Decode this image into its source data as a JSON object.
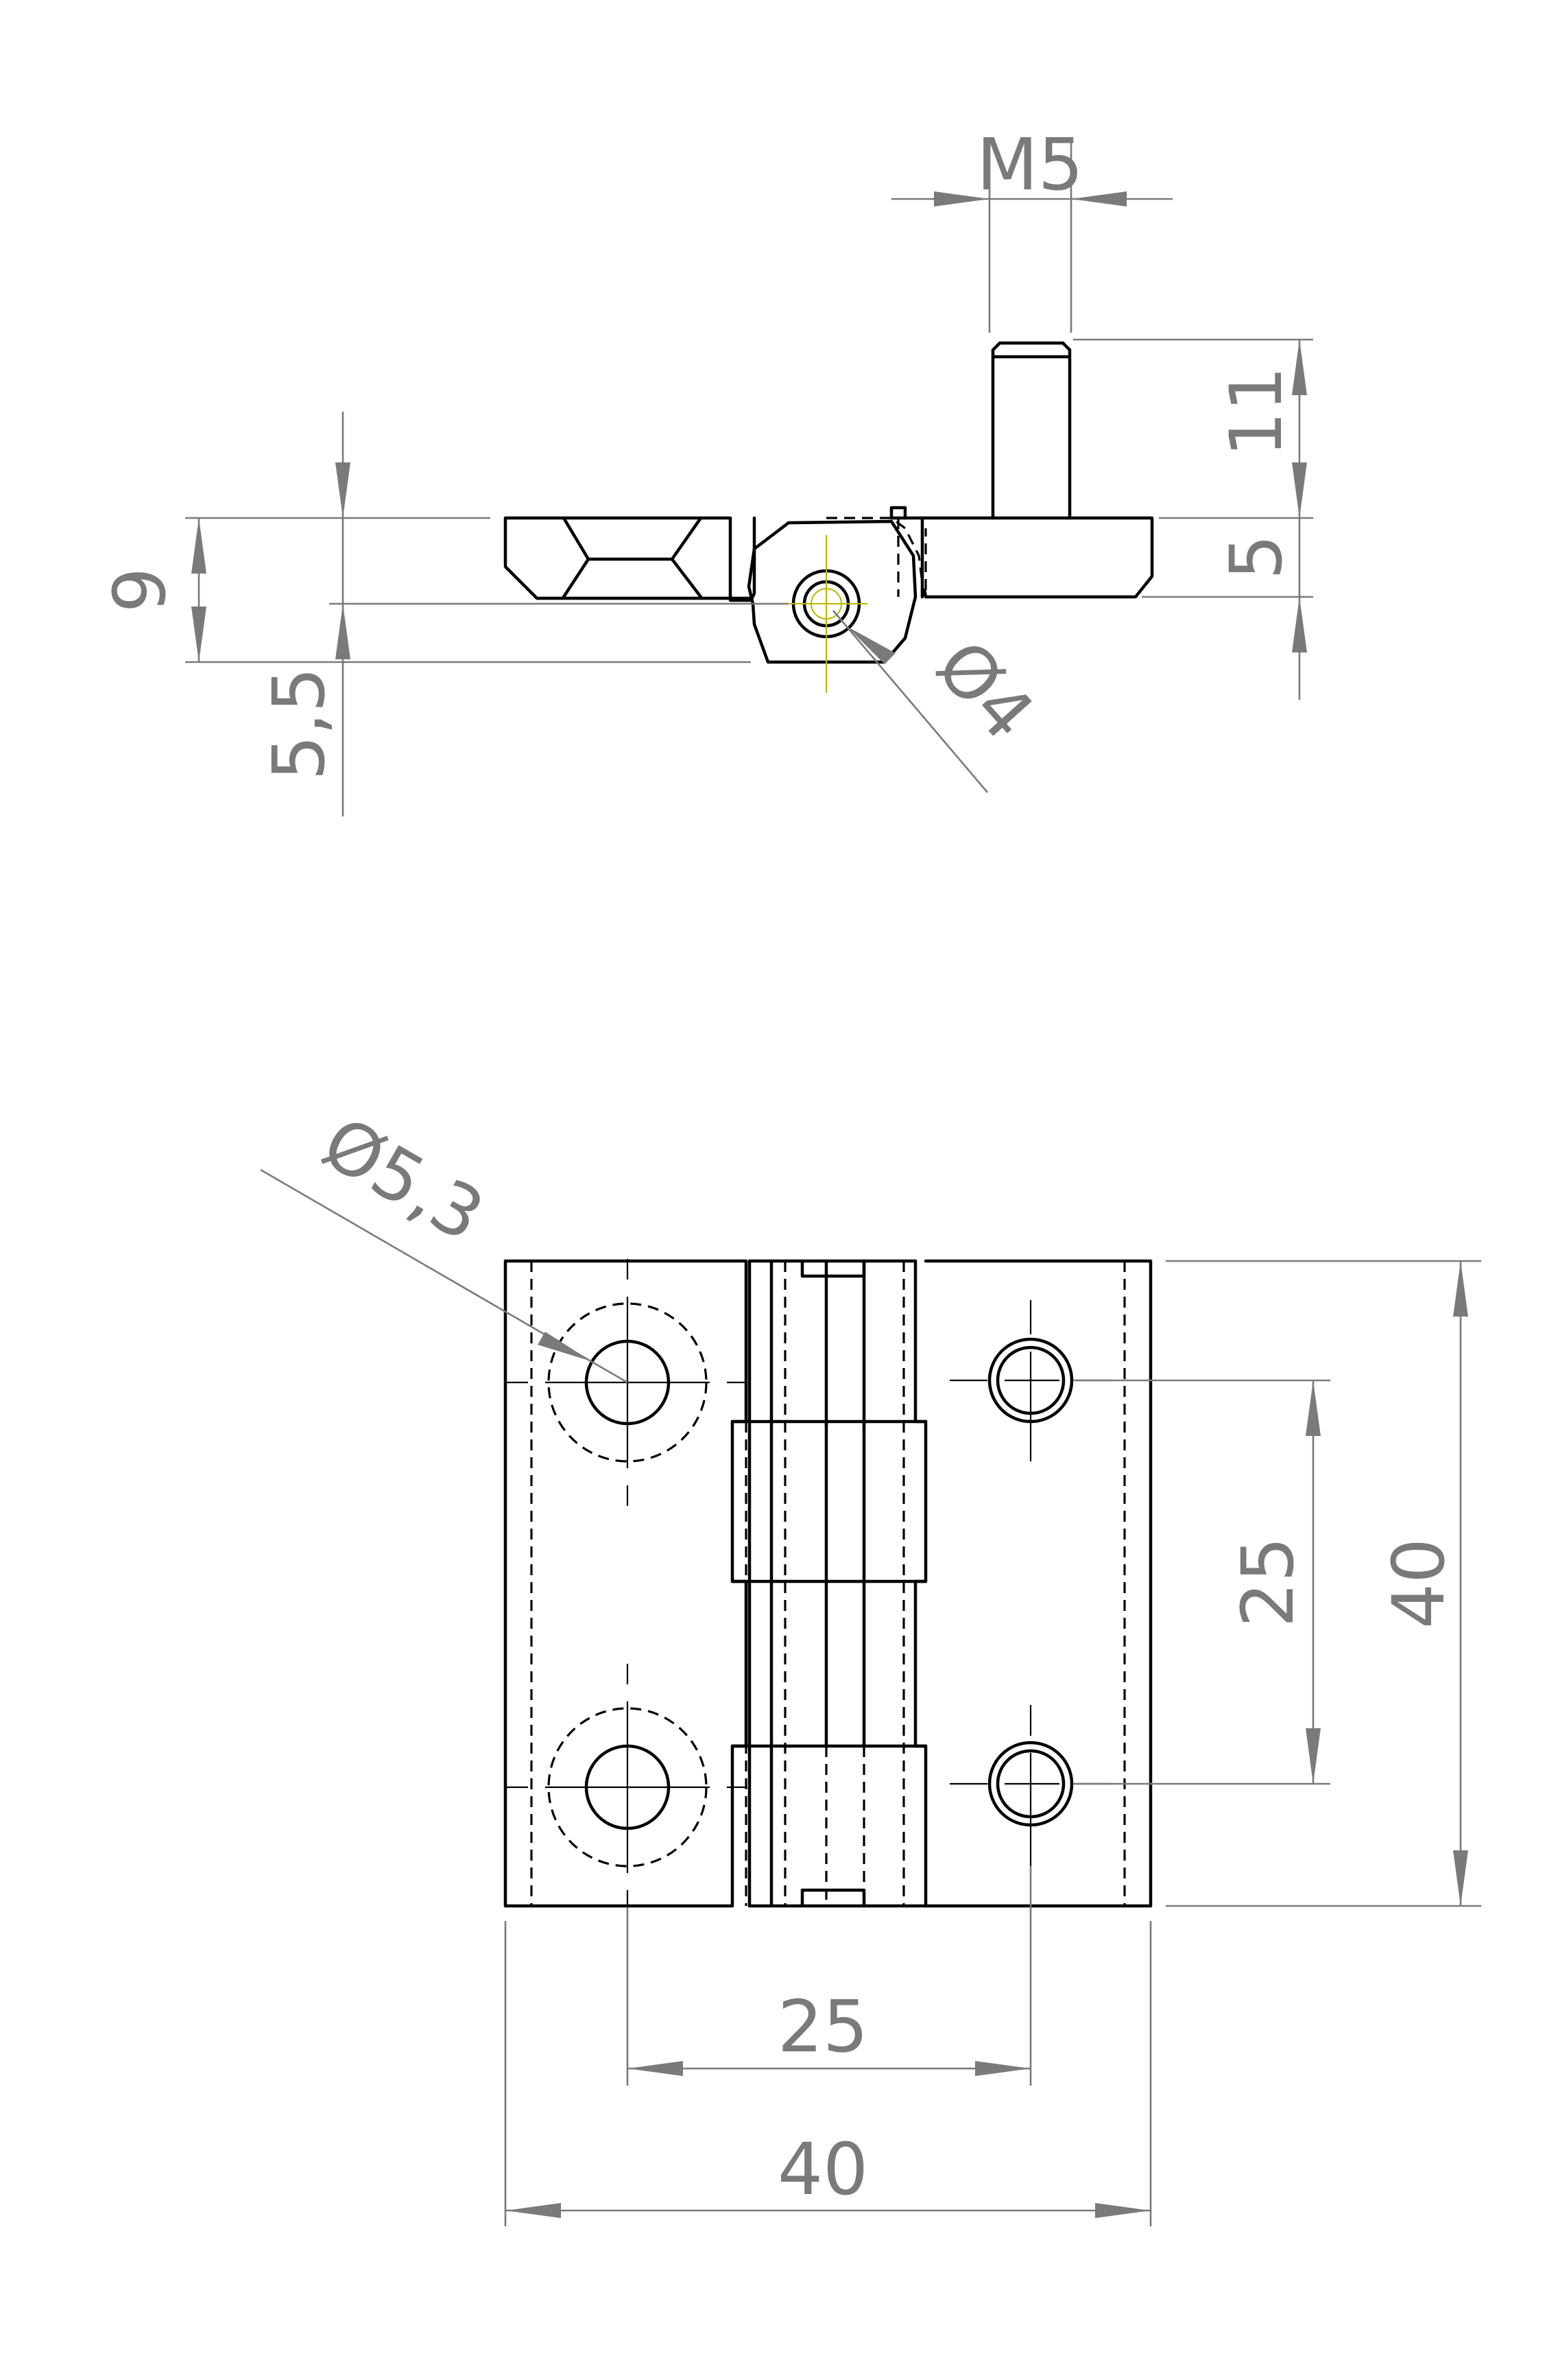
{
  "colors": {
    "object_line": "#000000",
    "dimension": "#7a7a7a",
    "thread_marker": "#b8b800"
  },
  "dimensions": {
    "thread": "M5",
    "stud_length": "11",
    "base_thickness": "5",
    "height_total": "9",
    "pin_height": "5,5",
    "pin_diameter": "Ø4",
    "hole_diameter": "Ø5,3",
    "hole_spacing_vertical": "25",
    "height": "40",
    "hole_spacing_horizontal": "25",
    "width": "40"
  }
}
